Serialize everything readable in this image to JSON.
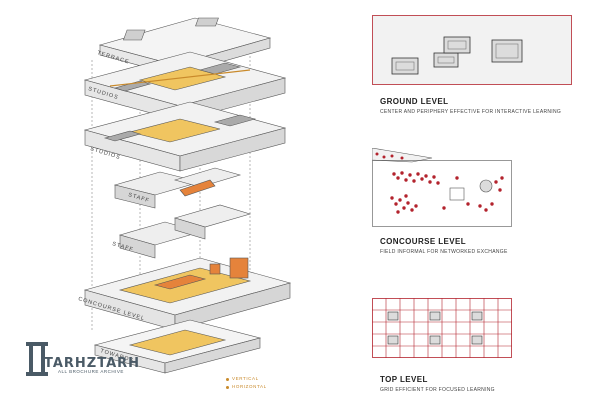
{
  "axonometric": {
    "level_labels": [
      "TERRACE",
      "STUDIOS",
      "STUDIOS",
      "STAFF",
      "STAFF",
      "CONCOURSE LEVEL",
      "TOWARDS"
    ],
    "legend": [
      {
        "label": "VERTICAL",
        "color": "#c98a2b"
      },
      {
        "label": "HORIZONTAL",
        "color": "#c98a2b"
      }
    ]
  },
  "panels": [
    {
      "title": "GROUND LEVEL",
      "description": "CENTER AND PERIPHERY EFFECTIVE FOR INTERACTIVE LEARNING",
      "diagram": "rectangles"
    },
    {
      "title": "CONCOURSE LEVEL",
      "description": "FIELD INFORMAL FOR NETWORKED EXCHANGE",
      "diagram": "dots"
    },
    {
      "title": "TOP LEVEL",
      "description": "GRID EFFICIENT FOR FOCUSED LEARNING",
      "diagram": "grid"
    }
  ],
  "watermark": {
    "title": "TARHZTARH",
    "subtitle": "ALL BROCHURE ARCHIVE",
    "color": "#4a5a66"
  },
  "colors": {
    "accent": "#c98a2b",
    "highlight": "#f0c560",
    "dots": "#b3232d",
    "lines": "#555555"
  }
}
